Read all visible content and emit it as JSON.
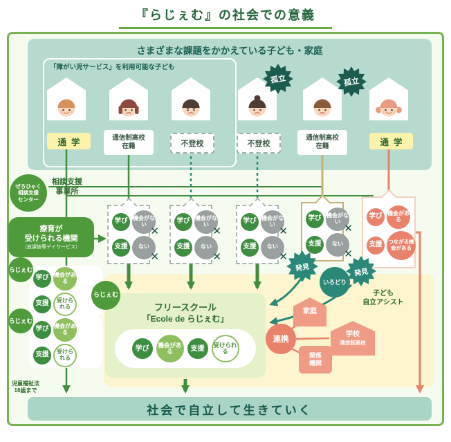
{
  "title": "『らじぇむ』の社会での意義",
  "colors": {
    "frame_green": "#79b253",
    "dark_green": "#2d6a2d",
    "bubble_green": "#3e8e41",
    "bubble_light_green": "#8fbf5f",
    "teal_panel": "#b7dacf",
    "teal_text": "#1c6152",
    "isolation_teal": "#1c5b50",
    "discovery_teal": "#2b8878",
    "status_yellow": "#fbf2ac",
    "panel_yellow": "#fcf5cf",
    "salmon": "#ef9b85",
    "salmon_dark": "#e8826b",
    "gray_bubble": "#9aa0a0",
    "tan_line": "#c6b277"
  },
  "top_panel": {
    "title": "さまざまな課題をかかえている子ども・家庭",
    "service_label": "「障がい児サービス」を利用可能な子ども",
    "isolation": "孤立",
    "status_tsugaku": "通学",
    "status_tsushin": [
      "通信制高校",
      "在籍"
    ],
    "status_futoko": "不登校"
  },
  "left": {
    "support_center": [
      "ぜろひゃく",
      "相談支援",
      "センター"
    ],
    "support_office": [
      "相談支援",
      "事業所"
    ],
    "ryoiku": [
      "療育が",
      "受けられる機関",
      "（放課後等デイサービス）"
    ],
    "rajemu_badge": "らじぇむ",
    "welfare_law": [
      "児童福祉法",
      "18歳まで"
    ]
  },
  "bubbles": {
    "manabi": "学び",
    "shien": "支援",
    "kikai_nai": "機会がない",
    "nai": "ない",
    "kikai_aru": "機会がある",
    "ukerareru": "受けられる",
    "tsunagaru": "つながる機会がある",
    "cross": "✕"
  },
  "discovery": "発見",
  "school": {
    "badge": "らじぇむ",
    "title": [
      "フリースクール",
      "「Ecole de らじぇむ」"
    ]
  },
  "right": {
    "assist_badge": "いろどり",
    "assist_label": [
      "子ども",
      "自立アシスト"
    ],
    "family": "家庭",
    "renkei": "連携",
    "school_box": [
      "学校",
      "通信制高校"
    ],
    "related_org": [
      "関係",
      "機関"
    ]
  },
  "bottom_bar": "社会で自立して生きていく"
}
